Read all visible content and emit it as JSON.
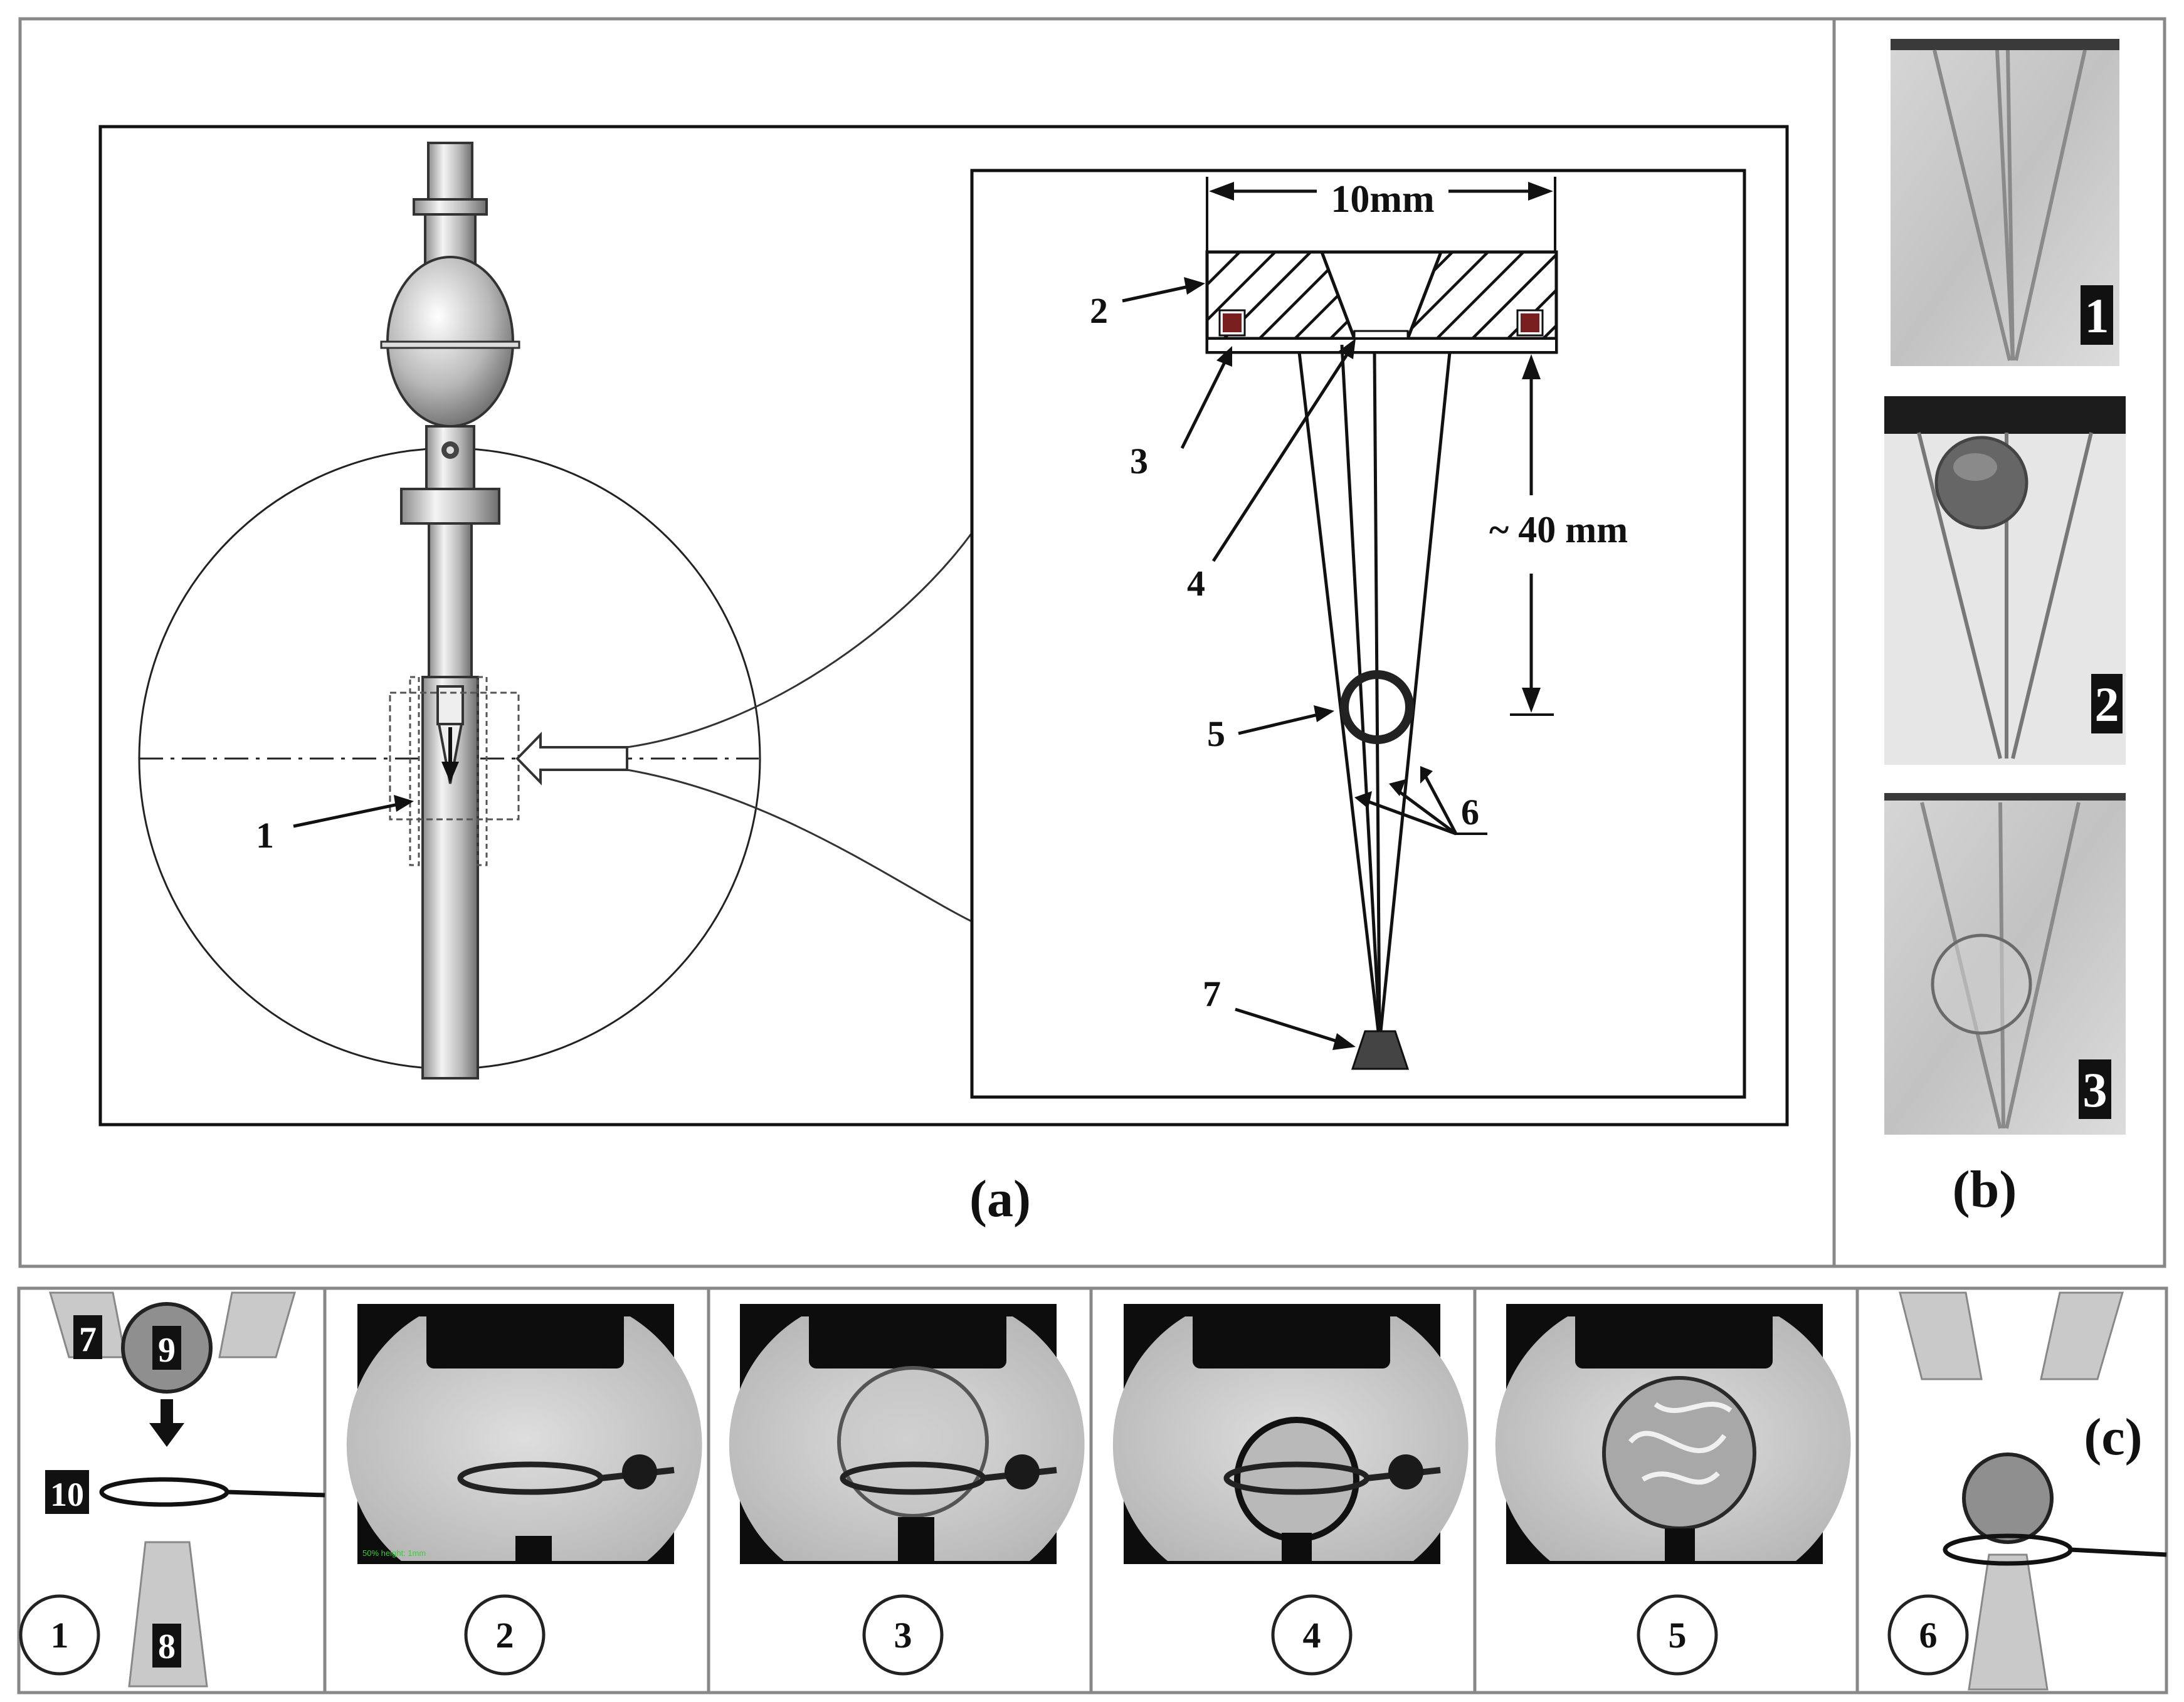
{
  "panel_a": {
    "caption": "(a)",
    "dimension_width": "10mm",
    "dimension_height": "~ 40 mm",
    "labels": [
      "1",
      "2",
      "3",
      "4",
      "5",
      "6",
      "7"
    ]
  },
  "panel_b": {
    "caption": "(b)",
    "photo_labels": [
      "1",
      "2",
      "3"
    ]
  },
  "panel_c": {
    "caption": "(c)",
    "schematic_labels": [
      "7",
      "9",
      "10",
      "8"
    ],
    "step_numbers": [
      "1",
      "2",
      "3",
      "4",
      "5",
      "6"
    ],
    "photo_overlay_text": "50% height: 1mm"
  },
  "colors": {
    "line": "#1a1a1a",
    "photo_dark": "#0d0d0d",
    "photo_bg": "#d3d3d3",
    "gray_part": "#c9c9c9",
    "ball": "#8f8f8f",
    "thermocouple": "#7a1f1f",
    "overlay_green": "#2fd12f"
  }
}
